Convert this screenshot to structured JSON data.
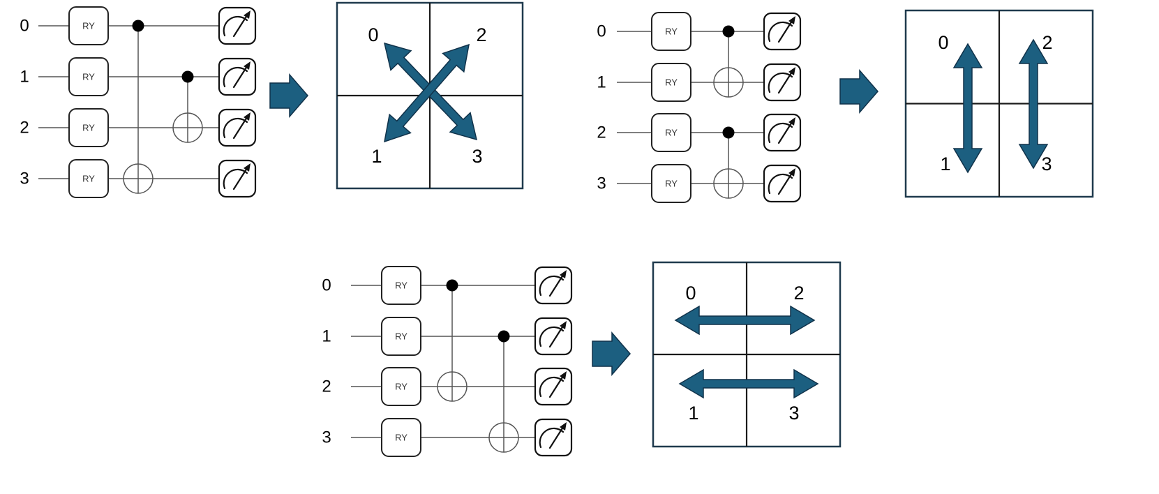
{
  "colors": {
    "accent": "#1c5f80",
    "accent_dark": "#10324a",
    "wire": "#555555"
  },
  "gate_label": "RY",
  "qubit_labels": [
    "0",
    "1",
    "2",
    "3"
  ],
  "grid_labels": [
    "0",
    "2",
    "1",
    "3"
  ],
  "icons": {
    "measure": "measurement-meter-icon",
    "transition": "right-arrow-icon"
  },
  "panels": [
    {
      "id": "diagonal",
      "cnots": [
        {
          "control": 0,
          "target": 3
        },
        {
          "control": 1,
          "target": 2
        }
      ],
      "connections": [
        {
          "from": "0",
          "to": "3"
        },
        {
          "from": "2",
          "to": "1"
        }
      ]
    },
    {
      "id": "vertical",
      "cnots": [
        {
          "control": 0,
          "target": 1
        },
        {
          "control": 2,
          "target": 3
        }
      ],
      "connections": [
        {
          "from": "0",
          "to": "1"
        },
        {
          "from": "2",
          "to": "3"
        }
      ]
    },
    {
      "id": "horizontal",
      "cnots": [
        {
          "control": 0,
          "target": 2
        },
        {
          "control": 1,
          "target": 3
        }
      ],
      "connections": [
        {
          "from": "0",
          "to": "2"
        },
        {
          "from": "1",
          "to": "3"
        }
      ]
    }
  ]
}
